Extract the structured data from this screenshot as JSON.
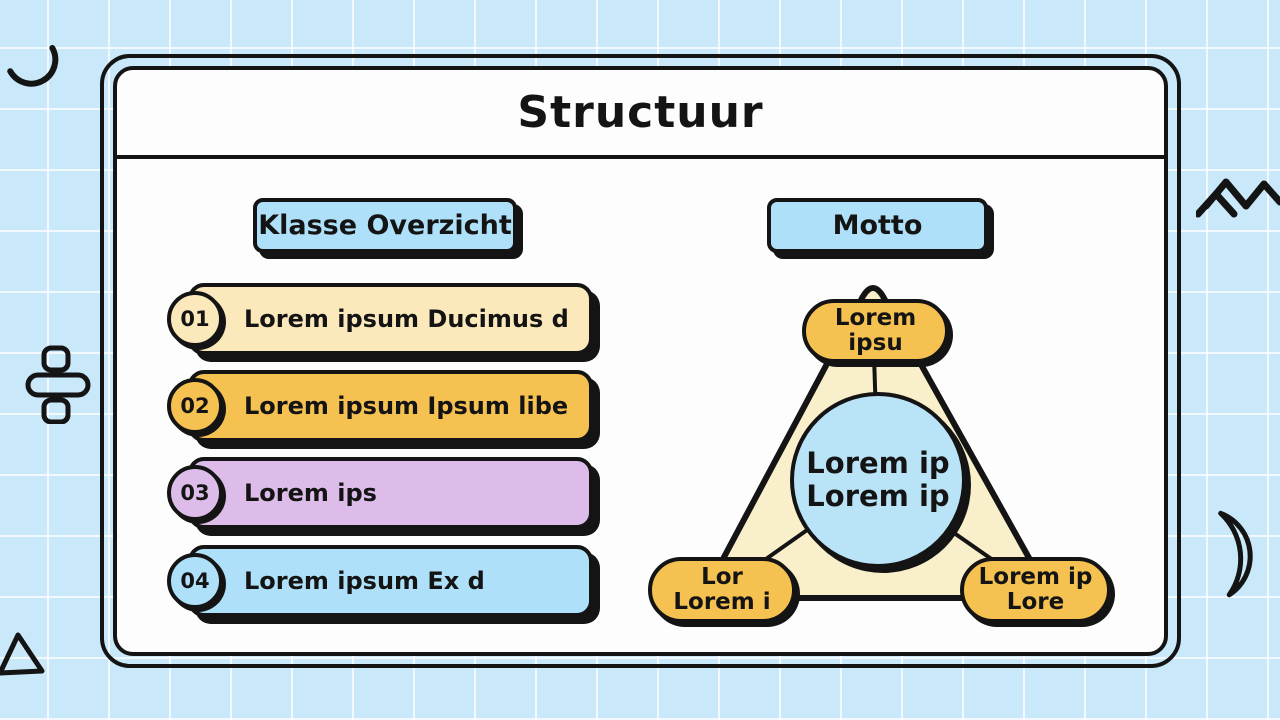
{
  "title": "Structuur",
  "left_panel": {
    "header": "Klasse Overzicht",
    "items": [
      {
        "number": "01",
        "text": "Lorem ipsum Ducimus d",
        "color": "#fbe9bb"
      },
      {
        "number": "02",
        "text": "Lorem ipsum Ipsum libe",
        "color": "#f5c151"
      },
      {
        "number": "03",
        "text": "Lorem ips",
        "color": "#debce9"
      },
      {
        "number": "04",
        "text": "Lorem ipsum Ex d",
        "color": "#aee1f9"
      }
    ]
  },
  "right_panel": {
    "header": "Motto",
    "diagram": {
      "center": {
        "line1": "Lorem ip",
        "line2": "Lorem ip"
      },
      "top_node": {
        "line1": "Lorem",
        "line2": "ipsu"
      },
      "left_node": {
        "line1": "Lor",
        "line2": "Lorem i"
      },
      "right_node": {
        "line1": "Lorem ip",
        "line2": "Lore"
      }
    }
  },
  "decorations": [
    "swoosh-arc-icon",
    "division-sign-icon",
    "triangle-outline-icon",
    "zigzag-icon",
    "crescent-icon"
  ],
  "colors": {
    "background": "#c9e9fb",
    "grid_line": "#ffffff",
    "ink": "#141414",
    "card": "#fdfdfd",
    "accent_blue": "#aee1f9",
    "circle_blue": "#b9e4f8",
    "cream": "#fbe9bb",
    "orange": "#f5c151",
    "purple": "#debce9",
    "triangle_fill": "#f9efca"
  }
}
